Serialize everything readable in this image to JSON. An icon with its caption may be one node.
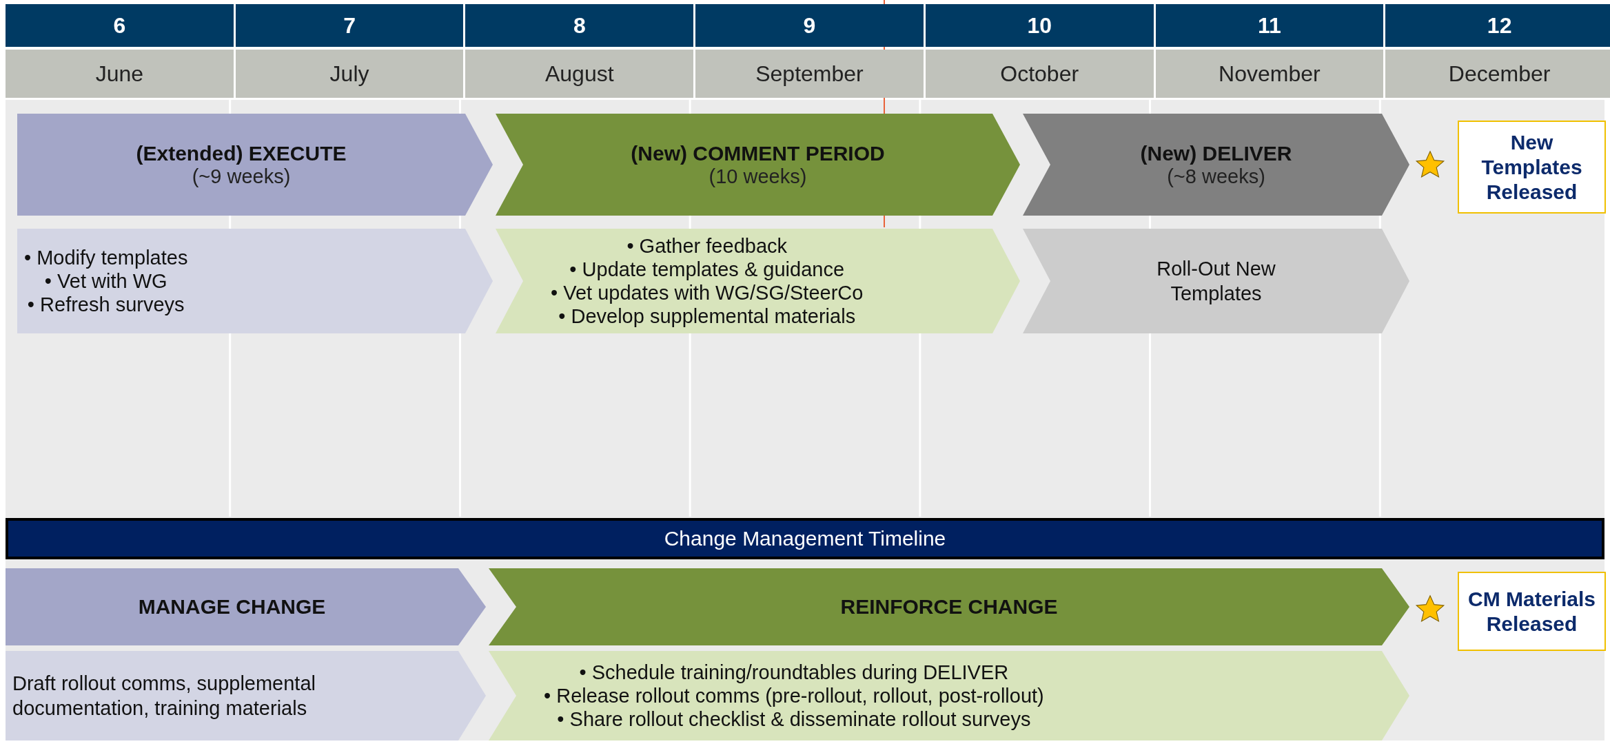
{
  "diagram": {
    "nodes": [
      {
        "text": [
          "(Extended) EXECUTE",
          "(~9 weeks)"
        ]
      },
      {
        "text": [
          "(New) COMMENT PERIOD",
          "(10 weeks)"
        ]
      },
      {
        "text": [
          "(New) DELIVER",
          "(~8 weeks)"
        ]
      },
      {
        "text": [
          "New Templates Released"
        ]
      },
      {
        "text": [
          "• Modify templates",
          "• Vet with WG",
          "• Refresh surveys"
        ]
      },
      {
        "text": [
          "• Gather feedback",
          "• Update templates & guidance",
          "• Vet updates with WG/SG/SteerCo",
          "• Develop supplemental materials"
        ]
      },
      {
        "text": [
          "Roll-Out New Templates"
        ]
      },
      {
        "text": [
          "Change Management Timeline"
        ]
      },
      {
        "text": [
          "MANAGE CHANGE"
        ]
      },
      {
        "text": [
          "REINFORCE CHANGE"
        ]
      },
      {
        "text": [
          "CM Materials Released"
        ]
      },
      {
        "text": [
          "Draft rollout comms, supplemental documentation, training materials"
        ]
      },
      {
        "text": [
          "• Schedule training/roundtables during DELIVER",
          "• Release rollout comms (pre-rollout, rollout, post-rollout)",
          "• Share rollout checklist & disseminate rollout surveys"
        ]
      }
    ],
    "labels": [
      "6",
      "7",
      "8",
      "9",
      "10",
      "11",
      "12",
      "June",
      "July",
      "August",
      "September",
      "October",
      "November",
      "December"
    ]
  }
}
